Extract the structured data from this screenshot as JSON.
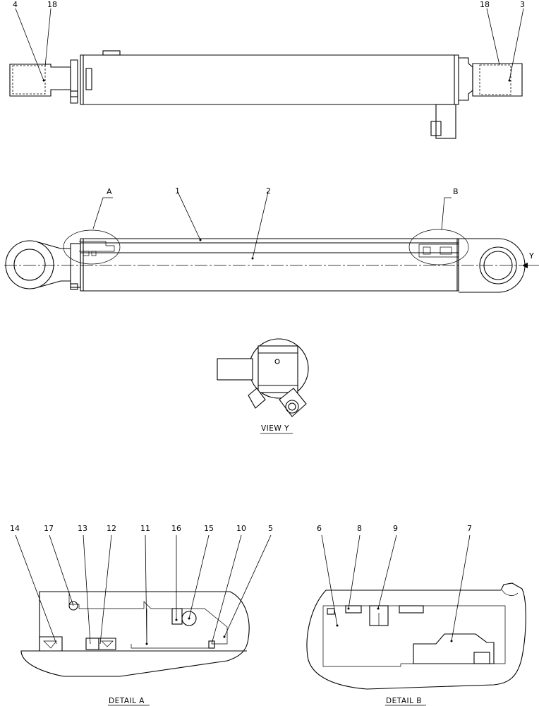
{
  "callouts": {
    "top_left_a": "4",
    "top_left_b": "18",
    "top_right_a": "18",
    "top_right_b": "3",
    "side_detail_a": "A",
    "side_barrel": "1",
    "side_rod": "2",
    "side_detail_b": "B",
    "side_view_arrow": "Y",
    "detail_a": [
      "14",
      "17",
      "13",
      "12",
      "11",
      "16",
      "15",
      "10",
      "5"
    ],
    "detail_b": [
      "6",
      "8",
      "9",
      "7"
    ]
  },
  "captions": {
    "view_y": "VIEW  Y",
    "detail_a": "DETAIL  A",
    "detail_b": "DETAIL  B"
  }
}
